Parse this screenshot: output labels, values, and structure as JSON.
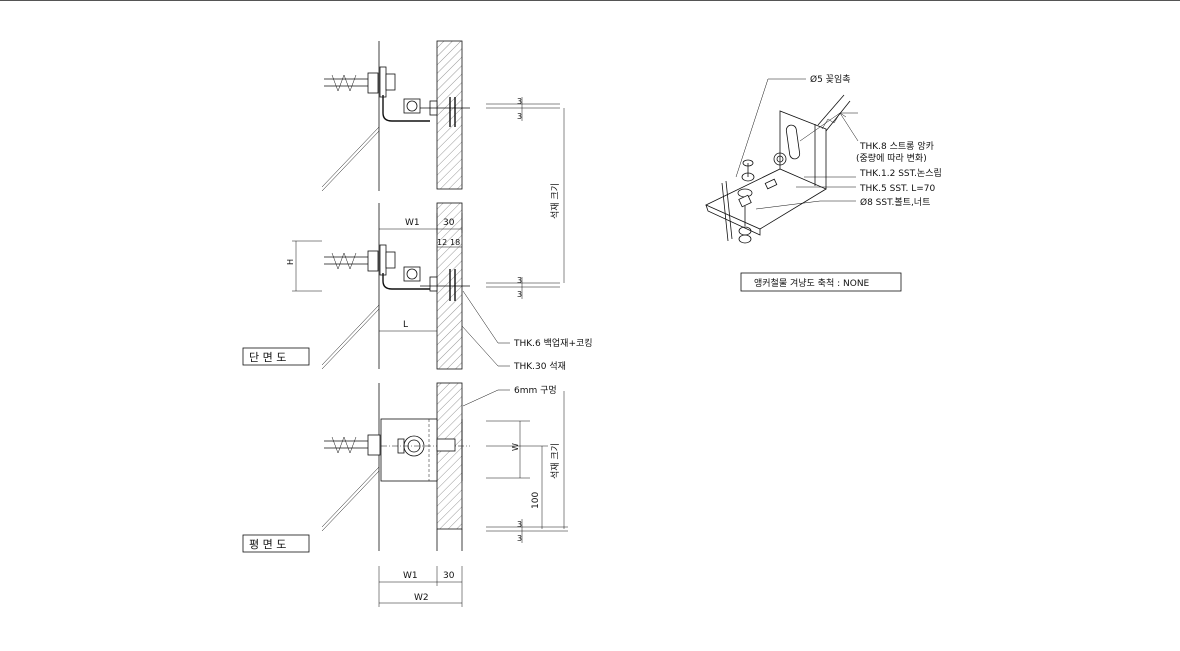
{
  "views": {
    "section_label": "단 면 도",
    "plan_label": "평 면 도",
    "iso_caption": "앵커철물 겨냥도  축척 : NONE"
  },
  "notes": {
    "backup": "THK.6 백업재+코킹",
    "stone": "THK.30 석재",
    "hole": "6mm 구멍",
    "pin": "Ø5 꽂임촉",
    "anchor_1": "THK.8 스트롱 앙카",
    "anchor_2": "(중량에 따라 변화)",
    "slot": "THK.1.2 SST.논스립",
    "angle": "THK.5 SST. L=70",
    "bolt": "Ø8 SST.볼트,너트"
  },
  "dims": {
    "w1": "W1",
    "w2": "W2",
    "thirty": "30",
    "twelve": "12",
    "eighteen": "18",
    "h": "H",
    "l": "L",
    "w": "W",
    "hundred": "100",
    "three": "3",
    "stone_size": "석재 크기"
  },
  "colors": {
    "line": "#111111",
    "frame": "#555555"
  }
}
